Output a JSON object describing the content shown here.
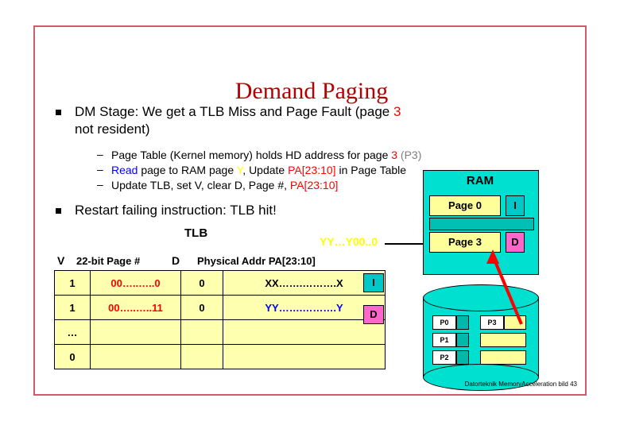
{
  "slide": {
    "title": "Demand Paging",
    "footer": "Datorteknik MemoryAcceleration bild 43"
  },
  "bullets": [
    {
      "text_pre": "DM Stage: We get a TLB Miss and Page Fault (page ",
      "highlight": "3",
      "text_post": "",
      "line2": "not resident)"
    },
    {
      "text": "Restart failing instruction: TLB hit!"
    }
  ],
  "sub_bullets": [
    {
      "parts": [
        {
          "t": "Page Table (Kernel memory) holds HD address for page ",
          "c": "black"
        },
        {
          "t": "3",
          "c": "red"
        },
        {
          "t": " (P3)",
          "c": "gray"
        }
      ]
    },
    {
      "parts": [
        {
          "t": "Read",
          "c": "blue"
        },
        {
          "t": " page to RAM page ",
          "c": "black"
        },
        {
          "t": "Y",
          "c": "yellow"
        },
        {
          "t": ", Update ",
          "c": "black"
        },
        {
          "t": "PA[23:10]",
          "c": "red"
        },
        {
          "t": " in Page Table",
          "c": "black"
        }
      ]
    },
    {
      "parts": [
        {
          "t": "Update TLB, set V, clear D, Page #, ",
          "c": "black"
        },
        {
          "t": "PA[23:10]",
          "c": "red"
        }
      ]
    }
  ],
  "tlb": {
    "label": "TLB",
    "headers": [
      "V",
      "22-bit Page #",
      "D",
      "Physical Addr PA[23:10]"
    ],
    "rows": [
      {
        "cells": [
          {
            "t": "1",
            "c": "black"
          },
          {
            "t": "00…..…..0",
            "c": "red"
          },
          {
            "t": "0",
            "c": "black"
          },
          {
            "t": "XX…….……….X",
            "c": "black"
          }
        ],
        "tag": "I",
        "tag_type": "i"
      },
      {
        "cells": [
          {
            "t": "1",
            "c": "black"
          },
          {
            "t": "00…..…..11",
            "c": "red"
          },
          {
            "t": "0",
            "c": "black"
          },
          {
            "t": "YY…….……….Y",
            "c": "blue"
          }
        ],
        "tag": "D",
        "tag_type": "d"
      },
      {
        "cells": [
          {
            "t": "…",
            "c": "black"
          },
          {
            "t": "",
            "c": "black"
          },
          {
            "t": "",
            "c": "black"
          },
          {
            "t": "",
            "c": "black"
          }
        ],
        "tag": "",
        "tag_type": "none"
      },
      {
        "cells": [
          {
            "t": "0",
            "c": "black"
          },
          {
            "t": "",
            "c": "black"
          },
          {
            "t": "",
            "c": "black"
          },
          {
            "t": "",
            "c": "black"
          }
        ],
        "tag": "",
        "tag_type": "none"
      }
    ]
  },
  "ram": {
    "label": "RAM",
    "rows": [
      {
        "label": "Page 0",
        "tag": "I"
      },
      {
        "label": "Page 3",
        "tag": "D"
      }
    ]
  },
  "disk": {
    "cells": [
      {
        "label": "P0"
      },
      {
        "label": "P1"
      },
      {
        "label": "P2"
      },
      {
        "label": "P3"
      }
    ]
  },
  "annotation": {
    "yy_label": "YY…Y00..0"
  },
  "colors": {
    "title": "#b60000",
    "border": "#d05a6e",
    "highlight_red": "#ff0000",
    "highlight_blue": "#0000ff",
    "highlight_yellow": "#ffff00",
    "table_fill": "#ffffb0",
    "teal": "#00e0d0",
    "tag_i": "#00c8c8",
    "tag_d": "#ff66cc"
  }
}
